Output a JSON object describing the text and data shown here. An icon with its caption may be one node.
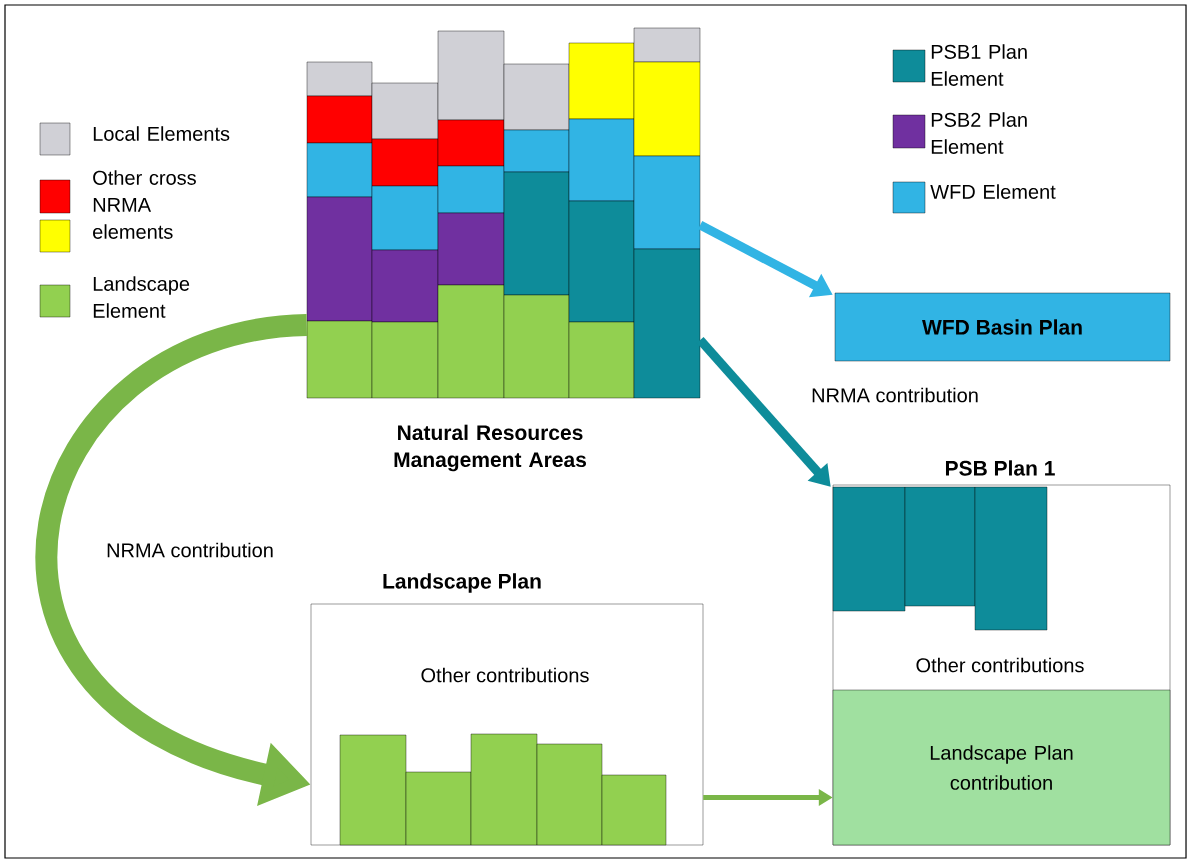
{
  "diagram": {
    "nodes": [
      {
        "text": [
          "Natural Resources Management Areas"
        ]
      },
      {
        "text": [
          "WFD Basin Plan"
        ]
      },
      {
        "text": [
          "PSB Plan 1",
          "Other contributions"
        ]
      },
      {
        "text": [
          "Landscape Plan contribution"
        ],
        "in": 2
      },
      {
        "text": [
          "Landscape Plan",
          "Other contributions"
        ]
      }
    ],
    "edges": [
      {
        "from": 0,
        "to": 1,
        "arrow": "to",
        "color": "#31b4e4"
      },
      {
        "from": 0,
        "to": 2,
        "arrow": "to",
        "color": "#0e8c9a",
        "label": "NRMA contribution"
      },
      {
        "from": 0,
        "to": 4,
        "arrow": "to",
        "style": "thick",
        "color": "#7ab648",
        "label": "NRMA contribution"
      },
      {
        "from": 4,
        "to": 3,
        "arrow": "to",
        "color": "#7ab648"
      }
    ],
    "legend": [
      {
        "text": "Local Elements",
        "color": "#d0d0d6"
      },
      {
        "text": "Other cross NRMA elements",
        "color": "#ff0000"
      },
      {
        "text": "Landscape Element",
        "color": "#92d050"
      },
      {
        "text": "PSB1 Plan Element",
        "color": "#0e8c9a"
      },
      {
        "text": "PSB2 Plan Element",
        "color": "#7030a0"
      },
      {
        "text": "WFD Element",
        "color": "#31b4e4"
      }
    ]
  }
}
